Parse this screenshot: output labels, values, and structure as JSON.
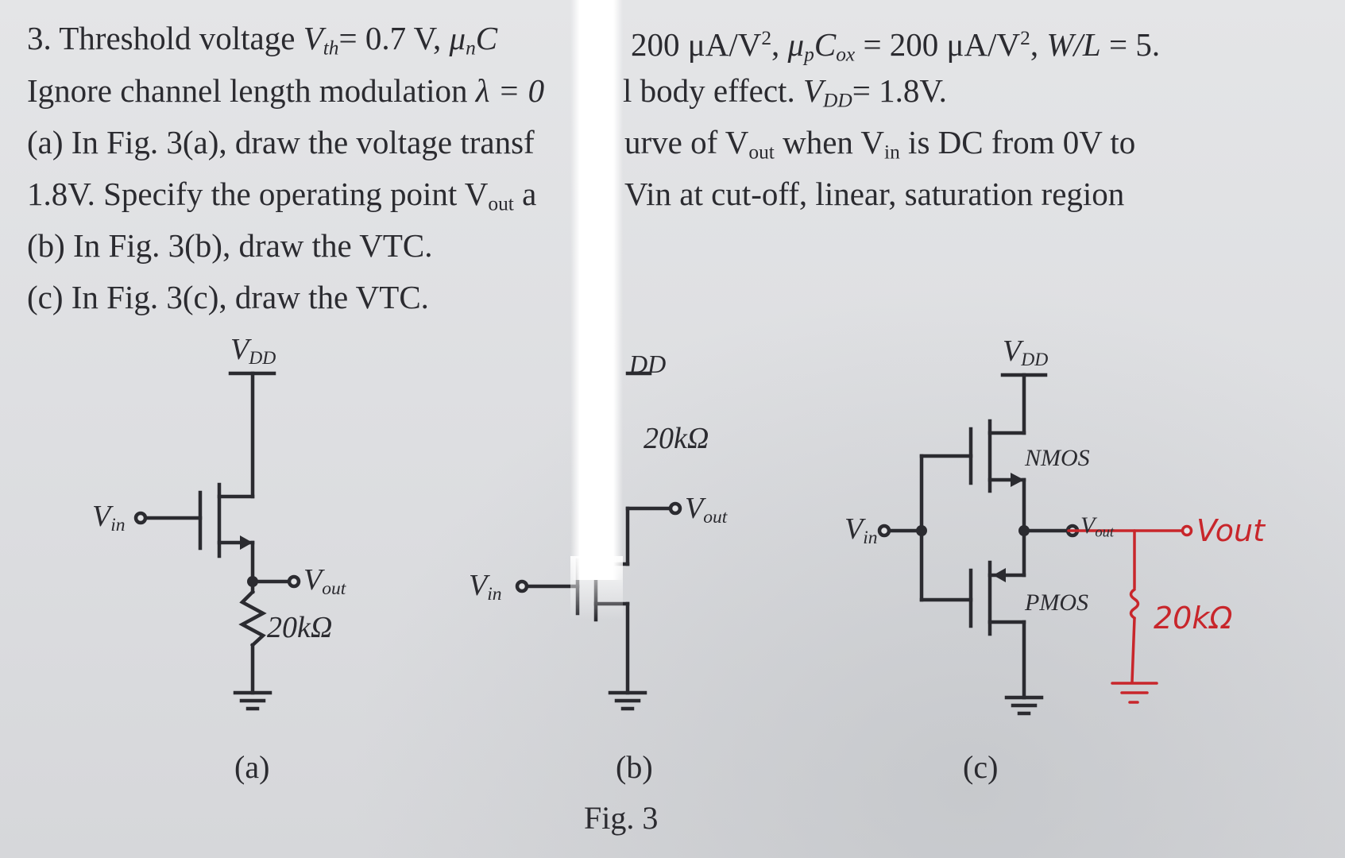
{
  "problem": {
    "line1": {
      "prefix": "3. Threshold voltage ",
      "vth_sym": "V",
      "vth_sub": "th",
      "vth_val": "= 0.7 V, ",
      "mun_sym": "μ",
      "mun_sub": "n",
      "mun_cox": "C",
      "mun_val": "200 μA/V",
      "mup_sym": "μ",
      "mup_sub": "p",
      "mup_cox": "C",
      "mup_cox_sub": "ox",
      "mup_val": " = 200 μA/V",
      "sq": "2",
      "wl": "W/L",
      "wl_val": " = 5."
    },
    "line2": {
      "left": "Ignore channel length modulation ",
      "lambda": "λ = 0",
      "right": "l body effect. ",
      "vdd_sym": "V",
      "vdd_sub": "DD",
      "vdd_val": "= 1.8V."
    },
    "line3": {
      "left": "(a) In Fig. 3(a), draw the voltage transf",
      "right": "urve of V",
      "out": "out",
      "mid": " when V",
      "in": "in",
      "end": " is DC from 0V to"
    },
    "line4": {
      "left": "1.8V. Specify the operating point V",
      "out": "out",
      "left_end": " a",
      "right": "Vin at cut-off, linear, saturation region"
    },
    "line5": "(b) In Fig. 3(b), draw the VTC.",
    "line6": "(c) In Fig. 3(c), draw the VTC."
  },
  "fig_a": {
    "vdd": "V",
    "vdd_sub": "DD",
    "vin": "V",
    "vin_sub": "in",
    "vout": "V",
    "vout_sub": "out",
    "res": "20kΩ",
    "caption": "(a)"
  },
  "fig_b": {
    "vdd_partial": "DD",
    "res": "20kΩ",
    "vout": "V",
    "vout_sub": "out",
    "vin": "V",
    "vin_sub": "in",
    "caption": "(b)"
  },
  "fig_c": {
    "vdd": "V",
    "vdd_sub": "DD",
    "nmos": "NMOS",
    "pmos": "PMOS",
    "vin": "V",
    "vin_sub": "in",
    "vout": "V",
    "vout_sub": "out",
    "caption": "(c)"
  },
  "handwritten": {
    "vout": "Vout",
    "res": "20kΩ"
  },
  "figure_caption": "Fig. 3",
  "colors": {
    "ink_red": "#c8262b",
    "print": "#2b2b30"
  }
}
